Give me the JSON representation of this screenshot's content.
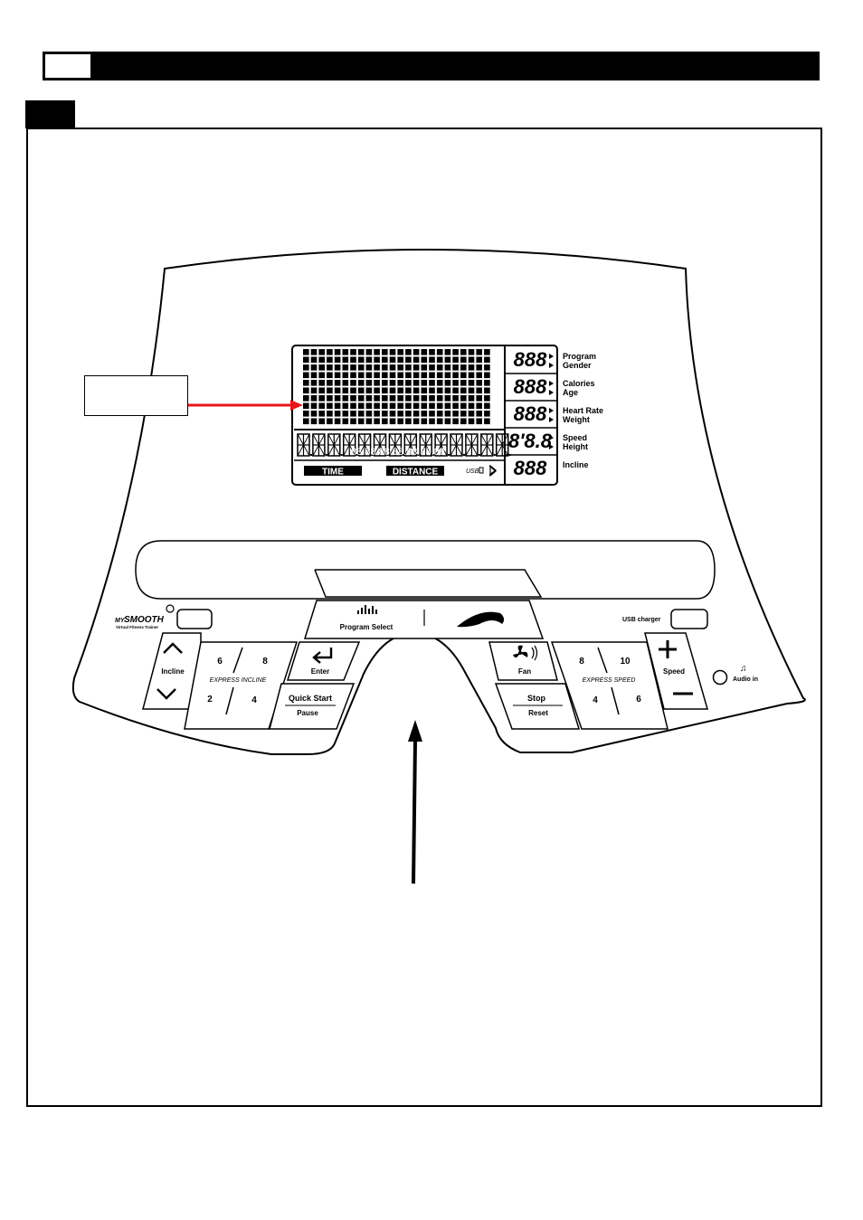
{
  "console": {
    "stat_labels": [
      {
        "line1": "Program",
        "line2": "Gender"
      },
      {
        "line1": "Calories",
        "line2": "Age"
      },
      {
        "line1": "Heart Rate",
        "line2": "Weight"
      },
      {
        "line1": "Speed",
        "line2": "Height"
      },
      {
        "line1": "Incline",
        "line2": ""
      }
    ],
    "stat_digits": [
      "888",
      "888",
      "888",
      "8'8.8",
      "888"
    ],
    "matrix_value": "88.88.88.88.88.88.88",
    "time_label": "TIME",
    "distance_label": "DISTANCE",
    "usb_label": "USB",
    "brand": {
      "prefix": "MY",
      "name": "SMOOTH",
      "tagline": "Virtual Fitness Trainer"
    },
    "usb_charger_label": "USB charger",
    "program_select_label": "Program Select",
    "incline_label": "Incline",
    "express_incline_label": "EXPRESS INCLINE",
    "express_incline_keys": [
      "6",
      "8",
      "2",
      "4"
    ],
    "enter_label": "Enter",
    "quick_start_label": "Quick Start",
    "pause_label": "Pause",
    "fan_label": "Fan",
    "stop_label": "Stop",
    "reset_label": "Reset",
    "express_speed_label": "EXPRESS SPEED",
    "express_speed_keys": [
      "8",
      "10",
      "4",
      "6"
    ],
    "speed_label": "Speed",
    "audio_in_label": "Audio in"
  },
  "colors": {
    "callout_arrow": "#e8141c",
    "pointer_arrow": "#000000",
    "lcd_fill": "#000000"
  }
}
